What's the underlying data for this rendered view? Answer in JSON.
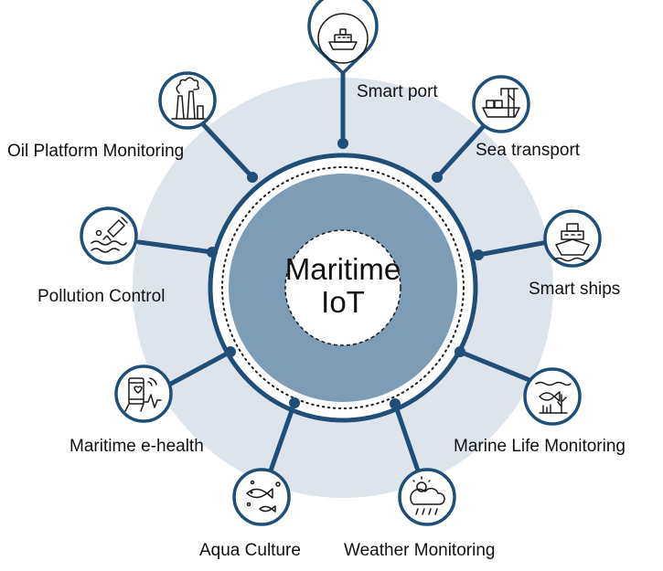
{
  "center": {
    "line1": "Maritime",
    "line2": "IoT"
  },
  "colors": {
    "outer_halo": "#dde4ec",
    "ring": "#1f4e79",
    "core": "#7d9db7",
    "icon_stroke": "#1a1a1a"
  },
  "nodes": [
    {
      "key": "smart-port",
      "label": "Smart port",
      "icon": "location-pin-ship-icon"
    },
    {
      "key": "sea-transport",
      "label": "Sea transport",
      "icon": "cargo-crane-icon"
    },
    {
      "key": "smart-ships",
      "label": "Smart ships",
      "icon": "ship-icon"
    },
    {
      "key": "marine-life",
      "label": "Marine Life Monitoring",
      "icon": "fish-coral-icon"
    },
    {
      "key": "weather",
      "label": "Weather Monitoring",
      "icon": "rain-cloud-icon"
    },
    {
      "key": "aqua",
      "label": "Aqua Culture",
      "icon": "fish-bubbles-icon"
    },
    {
      "key": "ehealth",
      "label": "Maritime e-health",
      "icon": "phone-heartbeat-icon"
    },
    {
      "key": "pollution",
      "label": "Pollution Control",
      "icon": "bottle-waste-icon"
    },
    {
      "key": "oil",
      "label": "Oil Platform Monitoring",
      "icon": "factory-smoke-icon"
    }
  ]
}
